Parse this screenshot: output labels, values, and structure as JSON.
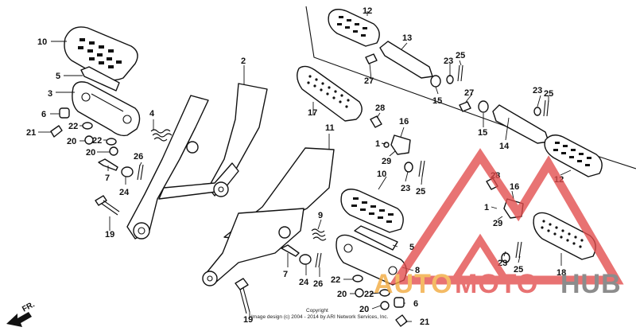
{
  "diagram": {
    "callouts": [
      "1",
      "2",
      "3",
      "4",
      "5",
      "6",
      "7",
      "8",
      "9",
      "10",
      "11",
      "12",
      "13",
      "14",
      "15",
      "16",
      "17",
      "18",
      "19",
      "20",
      "21",
      "22",
      "23",
      "24",
      "25",
      "26",
      "27",
      "28",
      "29"
    ],
    "direction_label": "FR.",
    "copyright": {
      "line1": "Copyright",
      "line2": "Image design (c) 2004 - 2014 by ARI Network Services, Inc."
    }
  },
  "watermark": {
    "part1": "AUTO",
    "part2": "MOTO",
    "part3": "HUB",
    "colors": {
      "auto": "#f2a93b",
      "moto": "#e24b4b",
      "hub": "#6d6d6d",
      "triangle": "#e24b4b"
    }
  }
}
